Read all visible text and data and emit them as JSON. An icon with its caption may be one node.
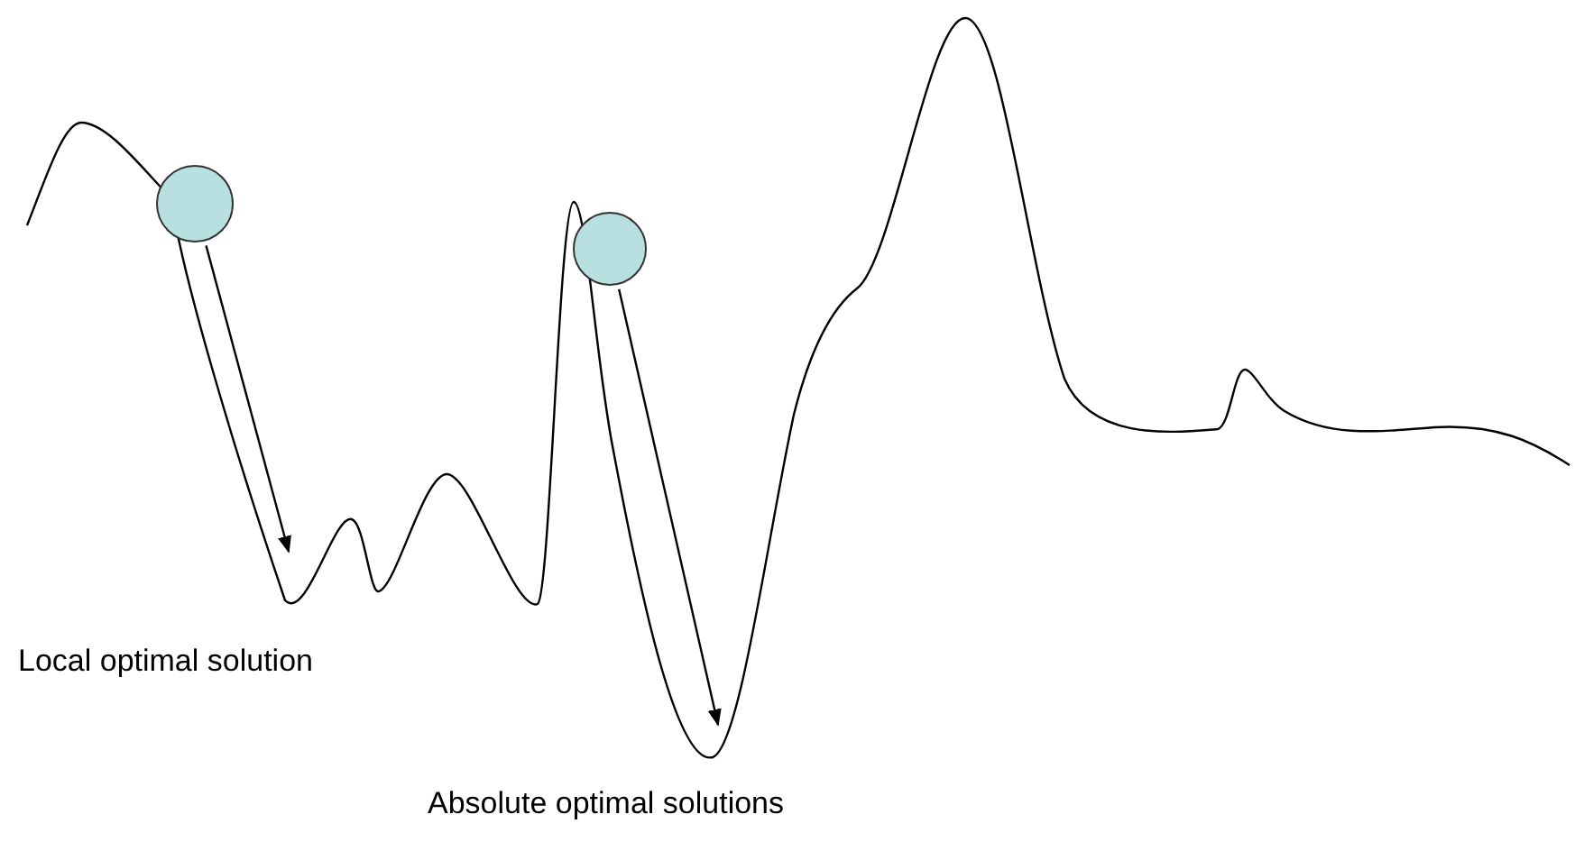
{
  "diagram": {
    "nodes": [
      {
        "text": [],
        "shape": "circle"
      },
      {
        "text": [],
        "shape": "circle"
      }
    ],
    "edges": [
      {
        "from": 0,
        "to": null,
        "arrow": "to"
      },
      {
        "from": 1,
        "to": null,
        "arrow": "to"
      }
    ],
    "labels": [
      "Local optimal solution",
      "Absolute optimal solutions"
    ]
  }
}
